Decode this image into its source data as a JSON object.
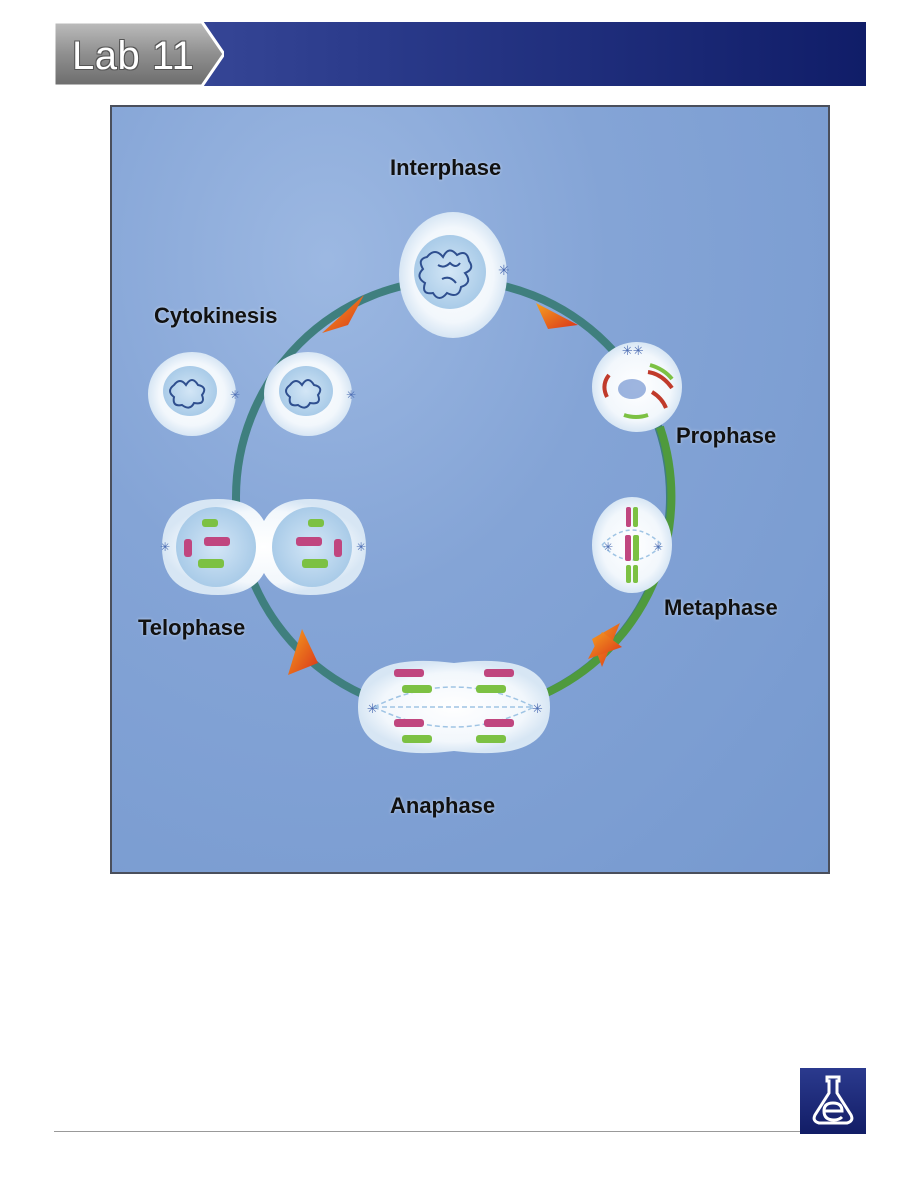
{
  "header": {
    "lab_title": "Lab 11"
  },
  "diagram": {
    "stages": [
      {
        "key": "interphase",
        "label": "Interphase"
      },
      {
        "key": "prophase",
        "label": "Prophase"
      },
      {
        "key": "metaphase",
        "label": "Metaphase"
      },
      {
        "key": "anaphase",
        "label": "Anaphase"
      },
      {
        "key": "telophase",
        "label": "Telophase"
      },
      {
        "key": "cytokinesis",
        "label": "Cytokinesis"
      }
    ],
    "colors": {
      "background": "#86a6d8",
      "cycle_ring": "#3a8a5a",
      "arrow": "#e8631e",
      "chromosome_pink": "#c0467f",
      "chromosome_green": "#7cc143",
      "chromosome_red": "#c03a2b",
      "nucleus": "#b9d6ee"
    }
  },
  "footer": {
    "logo_icon": "flask-e-icon"
  }
}
